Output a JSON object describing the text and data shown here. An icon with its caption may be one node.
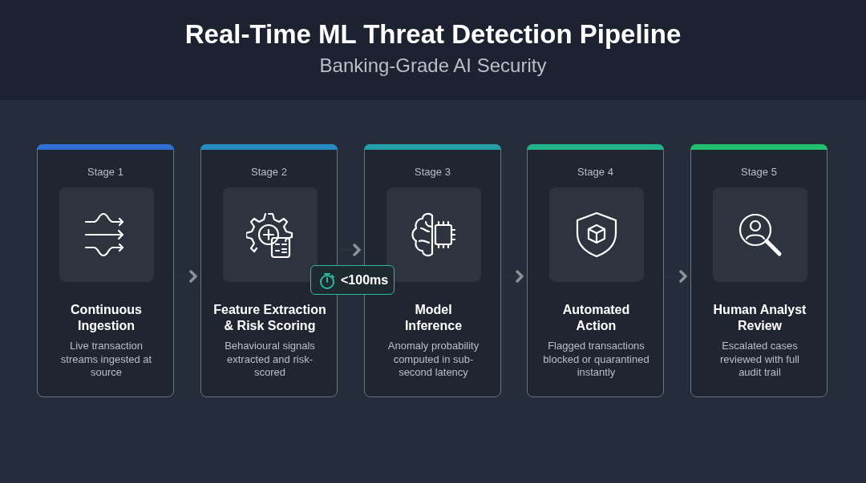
{
  "diagram": {
    "title": "Real-Time ML Threat Detection Pipeline",
    "nodes": [
      {
        "text": [
          "Stage 1",
          "Continuous Ingestion",
          "Live transaction streams ingested at source"
        ]
      },
      {
        "text": [
          "Stage 2",
          "Feature Extraction & Risk Scoring",
          "Behavioural signals extracted and risk-scored"
        ]
      },
      {
        "text": [
          "Stage 3",
          "Model Inference",
          "Anomaly probability computed in sub-second latency"
        ]
      },
      {
        "text": [
          "Stage 4",
          "Automated Action",
          "Flagged transactions blocked or quarantined instantly"
        ]
      },
      {
        "text": [
          "Stage 5",
          "Human Analyst Review",
          "Escalated cases reviewed with full audit trail"
        ]
      }
    ],
    "edges": [
      {
        "from": 0,
        "to": 1,
        "arrow": "to"
      },
      {
        "from": 1,
        "to": 2,
        "arrow": "to",
        "label": "<100ms"
      },
      {
        "from": 2,
        "to": 3,
        "arrow": "to"
      },
      {
        "from": 3,
        "to": 4,
        "arrow": "to"
      }
    ],
    "labels": [
      "Banking-Grade AI Security"
    ]
  }
}
